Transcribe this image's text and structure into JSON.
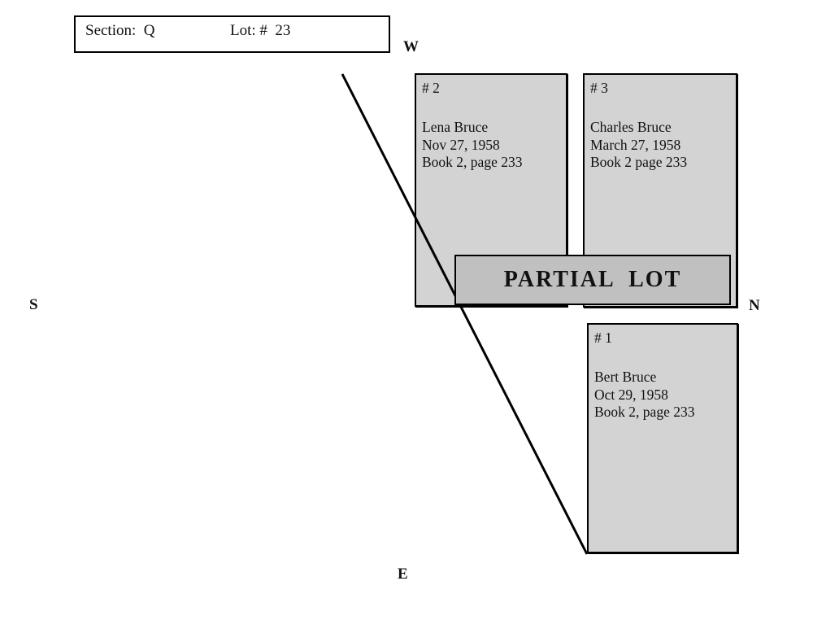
{
  "title": "Cemetery lot plat diagram",
  "header": {
    "section_label": "Section:  Q",
    "lot_label": "Lot: #  23"
  },
  "compass": {
    "west": "W",
    "south": "S",
    "north": "N",
    "east": "E"
  },
  "banner": {
    "label": "PARTIAL  LOT"
  },
  "plots": [
    {
      "number": "# 2",
      "name": "Lena Bruce",
      "date": "Nov 27, 1958",
      "book": "Book 2, page 233"
    },
    {
      "number": "# 3",
      "name": "Charles Bruce",
      "date": "March 27, 1958",
      "book": "Book 2 page 233"
    },
    {
      "number": "# 1",
      "name": "Bert Bruce",
      "date": "Oct 29, 1958",
      "book": "Book 2, page 233"
    }
  ],
  "colors": {
    "background": "#ffffff",
    "plot_fill": "#d3d3d3",
    "banner_fill": "#c0c0c0",
    "border": "#000000",
    "line": "#000000"
  }
}
